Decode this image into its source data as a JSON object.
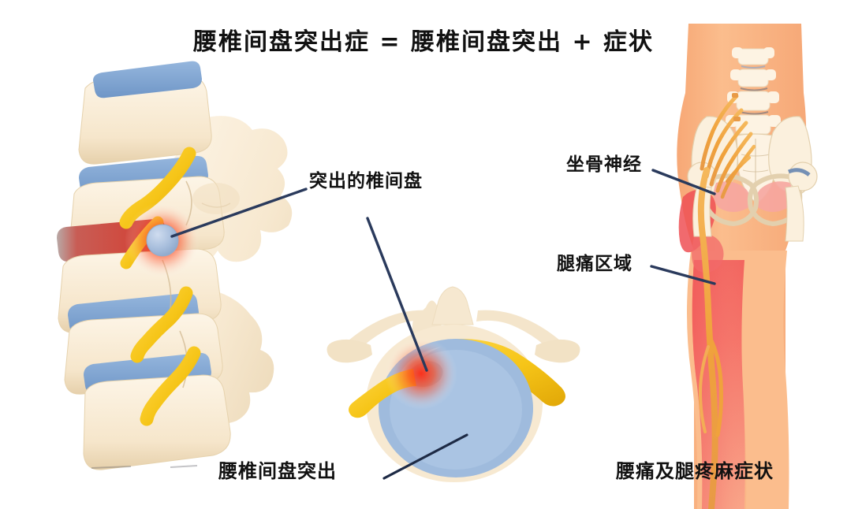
{
  "page": {
    "title": "腰椎间盘突出症 = 腰椎间盘突出 + 症状",
    "background_color": "#ffffff",
    "text_color": "#111111"
  },
  "labels": {
    "herniated_disc": "突出的椎间盘",
    "sciatic_nerve": "坐骨神经",
    "leg_pain_area": "腿痛区域",
    "lumbar_disc_herniation": "腰椎间盘突出",
    "back_and_leg_symptoms": "腰痛及腿疼麻症状"
  },
  "panels": {
    "left": {
      "name": "lateral-spine-view",
      "caption": "腰椎间盘突出",
      "description": "侧面观腰椎，椎间盘突出压迫神经根"
    },
    "center": {
      "name": "axial-vertebra-view",
      "caption": "腰椎间盘突出",
      "description": "横断面观椎体与突出的椎间盘"
    },
    "right": {
      "name": "lower-body-sciatic-view",
      "caption": "腰痛及腿疼麻症状",
      "description": "骨盆与下肢坐骨神经放射痛区域"
    }
  },
  "colors": {
    "bone": "#f7e8cf",
    "bone_shadow": "#ead7b6",
    "bone_light": "#fdf3e3",
    "disc_blue": "#82a9d6",
    "disc_blue_dark": "#6d94c4",
    "nerve_yellow": "#f6c518",
    "nerve_yellow_dark": "#e0a608",
    "nerve_orange": "#f0a23c",
    "pain_red": "#e8392c",
    "pain_pink": "#f26a6a",
    "skin": "#f9b27f",
    "skin_light": "#fcc79b",
    "leader_line": "#2a3a5c",
    "herniation_bulge": "#a8bedd"
  },
  "leaders": [
    {
      "name": "leader-herniated-disc-lateral",
      "from": "label",
      "to": "lateral-herniation"
    },
    {
      "name": "leader-herniated-disc-axial",
      "from": "label",
      "to": "axial-herniation"
    },
    {
      "name": "leader-axial-disc-body",
      "from": "axial-disc",
      "to": "caption"
    },
    {
      "name": "leader-sciatic-nerve",
      "from": "label",
      "to": "sciatic-trunk"
    },
    {
      "name": "leader-leg-pain",
      "from": "label",
      "to": "thigh-pain-zone"
    }
  ]
}
